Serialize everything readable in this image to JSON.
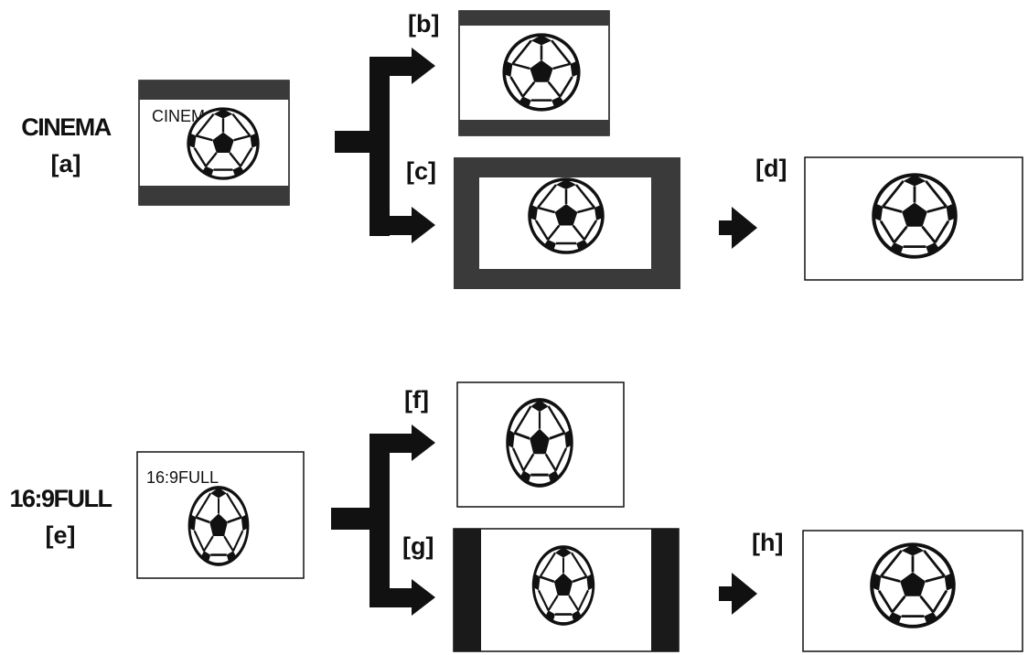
{
  "cinema": {
    "mode_label": "CINEMA",
    "tag": "[a]",
    "screen_text": "CINEMA",
    "outputs": {
      "b": "[b]",
      "c": "[c]",
      "d": "[d]"
    }
  },
  "full": {
    "mode_label": "16:9FULL",
    "tag": "[e]",
    "screen_text": "16:9FULL",
    "outputs": {
      "f": "[f]",
      "g": "[g]",
      "h": "[h]"
    }
  },
  "colors": {
    "ink": "#111111",
    "bar": "#3a3a3a",
    "screen": "#ffffff"
  },
  "icons": {
    "ball": "soccer-ball-icon",
    "arrow": "flow-arrow-icon"
  }
}
